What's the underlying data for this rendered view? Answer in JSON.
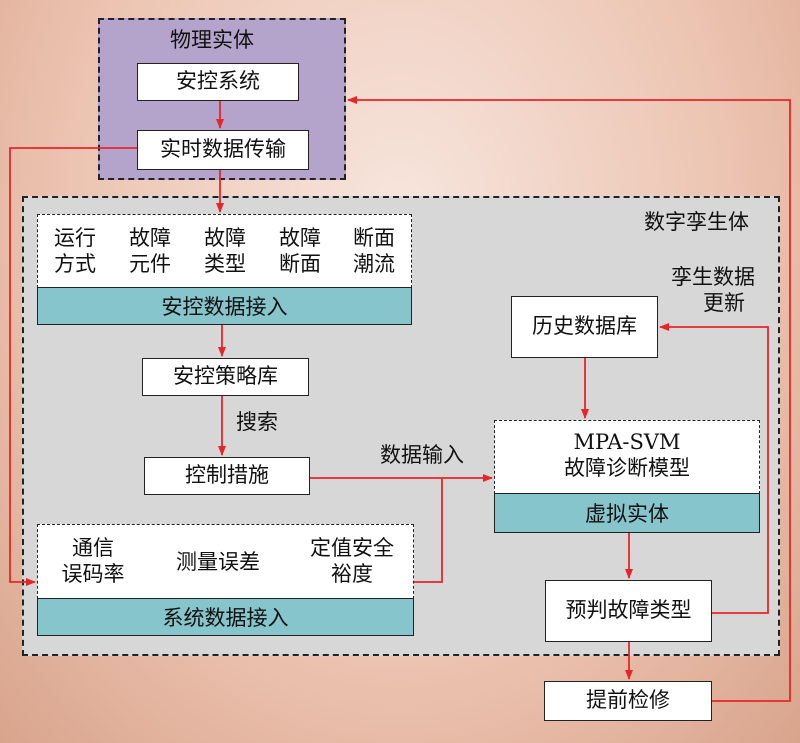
{
  "physical_entity": {
    "title": "物理实体",
    "security_system": "安控系统",
    "realtime_transmission": "实时数据传输"
  },
  "digital_twin": {
    "title": "数字孪生体",
    "security_data_access": {
      "items": [
        {
          "line1": "运行",
          "line2": "方式"
        },
        {
          "line1": "故障",
          "line2": "元件"
        },
        {
          "line1": "故障",
          "line2": "类型"
        },
        {
          "line1": "故障",
          "line2": "断面"
        },
        {
          "line1": "断面",
          "line2": "潮流"
        }
      ],
      "label": "安控数据接入"
    },
    "strategy_library": "安控策略库",
    "search_label": "搜索",
    "control_measures": "控制措施",
    "data_input_label": "数据输入",
    "system_data_access": {
      "items": [
        {
          "line1": "通信",
          "line2": "误码率"
        },
        {
          "line1": "测量误差",
          "line2": ""
        },
        {
          "line1": "定值安全",
          "line2": "裕度"
        }
      ],
      "label": "系统数据接入"
    },
    "history_db": "历史数据库",
    "twin_update_label": {
      "line1": "孪生数据",
      "line2": "更新"
    },
    "model": {
      "line1": "MPA-SVM",
      "line2": "故障诊断模型"
    },
    "virtual_entity": "虚拟实体",
    "predict_fault": "预判故障类型"
  },
  "maintenance": "提前检修",
  "colors": {
    "arrow": "#e8262a",
    "physical_bg": "#b4a4cc",
    "twin_bg": "#d7d7d7",
    "teal": "#86c5cc"
  }
}
